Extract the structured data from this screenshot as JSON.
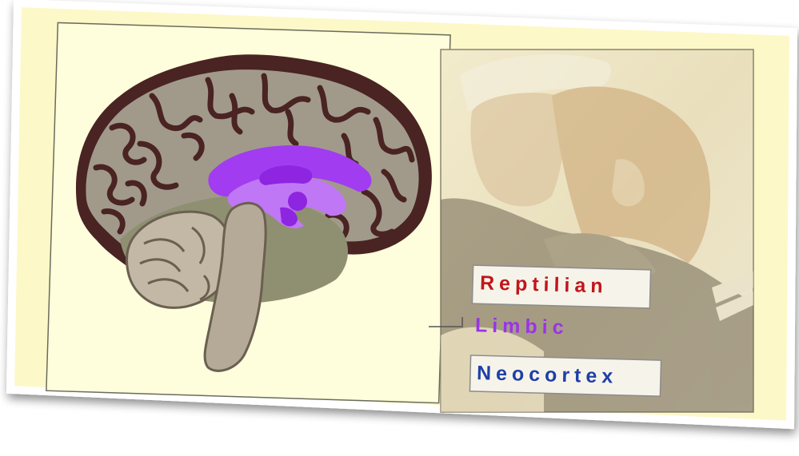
{
  "labels": [
    {
      "id": "reptilian",
      "text": "Reptilian",
      "color": "#c0161c",
      "boxed": true
    },
    {
      "id": "limbic",
      "text": "Limbic",
      "color": "#9a33e8",
      "boxed": false
    },
    {
      "id": "neocortex",
      "text": "Neocortex",
      "color": "#1f3fa8",
      "boxed": true
    }
  ],
  "colors": {
    "card_background": "#fdf8c8",
    "diagram_panel": "#fefedc",
    "photo_panel": "#efe6c4",
    "brain_cortex": "#a19a8b",
    "brain_cortex_folds": "#4a2323",
    "limbic_region": "#a13cf0",
    "limbic_light": "#c077f5",
    "cerebellum": "#c2b8a5",
    "brainstem": "#b4aa97",
    "inner_base": "#8f8f72"
  },
  "icons": {
    "photo": "hugging-couple-photo",
    "diagram": "brain-sagittal-section"
  }
}
